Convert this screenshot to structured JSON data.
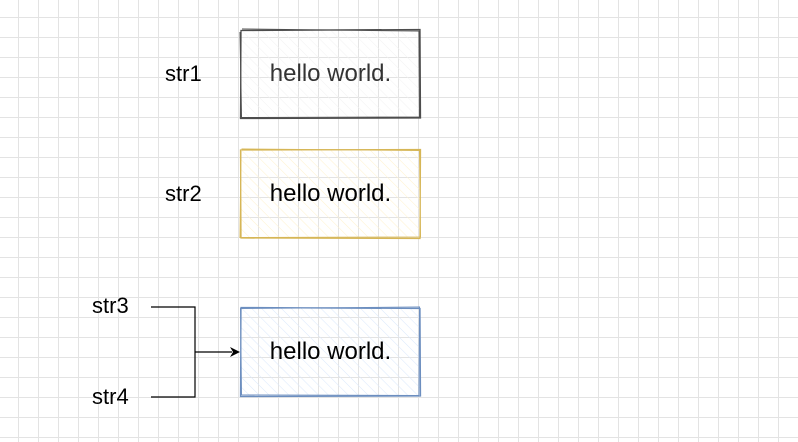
{
  "colors": {
    "box1_stroke": "#4d4d4d",
    "box1_fill": "#f2f2f2",
    "box1_text": "#333333",
    "box2_stroke": "#d6b656",
    "box2_fill": "#fff2cc",
    "box2_text": "#000000",
    "box3_stroke": "#6c8ebf",
    "box3_fill": "#dae8fc",
    "box3_text": "#000000",
    "connector": "#000000"
  },
  "labels": {
    "str1": "str1",
    "str2": "str2",
    "str3": "str3",
    "str4": "str4"
  },
  "boxes": {
    "box1": "hello world.",
    "box2": "hello world.",
    "box3": "hello world."
  }
}
